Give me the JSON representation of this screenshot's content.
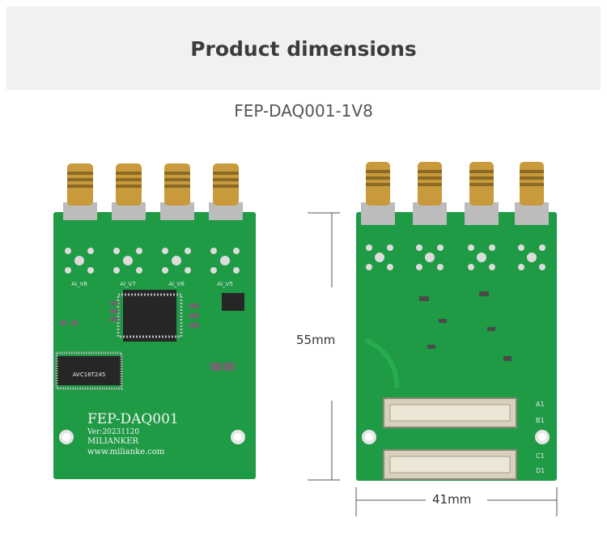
{
  "header": {
    "title": "Product dimensions"
  },
  "product": {
    "model": "FEP-DAQ001-1V8"
  },
  "dimensions": {
    "height": "55mm",
    "width": "41mm"
  },
  "front_board": {
    "name": "FEP-DAQ001",
    "version": "Ver:20231120",
    "brand": "MILIANKER",
    "website": "www.milianke.com",
    "channel_labels": [
      "AI_V8",
      "AI_V7",
      "AI_V6",
      "AI_V5"
    ],
    "chip_marking": "AVC16T245"
  },
  "back_board": {
    "connector_labels": [
      "A1",
      "B1",
      "C1",
      "D1"
    ]
  },
  "colors": {
    "pcb_green": "#1f9a45",
    "sma_gold": "#c99a3c",
    "header_band": "#f1f1f1"
  }
}
